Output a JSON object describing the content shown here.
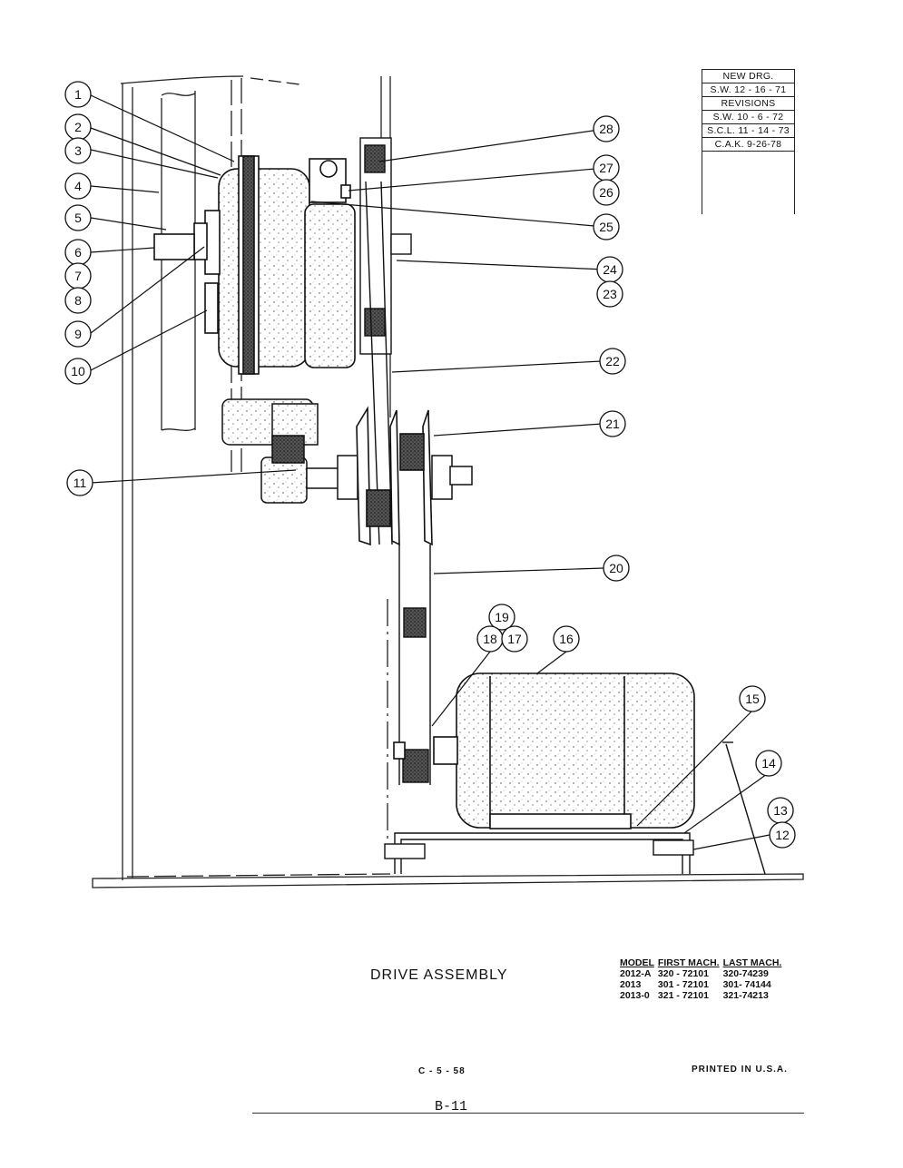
{
  "revision_block": {
    "rows": [
      "NEW DRG.",
      "S.W. 12 - 16 - 71",
      "REVISIONS",
      "S.W. 10 - 6 - 72",
      "S.C.L.  11 - 14 - 73",
      "C.A.K. 9-26-78"
    ]
  },
  "callouts": {
    "left": [
      "1",
      "2",
      "3",
      "4",
      "5",
      "6",
      "7",
      "8",
      "9",
      "10"
    ],
    "right": [
      "28",
      "27",
      "26",
      "25",
      "24",
      "23",
      "22",
      "21",
      "20"
    ],
    "c11": "11",
    "c19": "19",
    "c18": "18",
    "c17": "17",
    "c16": "16",
    "c15": "15",
    "c14": "14",
    "c13": "13",
    "c12": "12"
  },
  "title": "DRIVE ASSEMBLY",
  "models": {
    "headers": [
      "MODEL",
      "FIRST MACH.",
      "LAST MACH."
    ],
    "rows": [
      [
        "2012-A",
        "320 - 72101",
        "320-74239"
      ],
      [
        "2013",
        "301 - 72101",
        "301- 74144"
      ],
      [
        "2013-0",
        "321 - 72101",
        "321-74213"
      ]
    ]
  },
  "doc_code": "C - 5 - 58",
  "printed": "PRINTED IN U.S.A.",
  "page_number": "B-11"
}
